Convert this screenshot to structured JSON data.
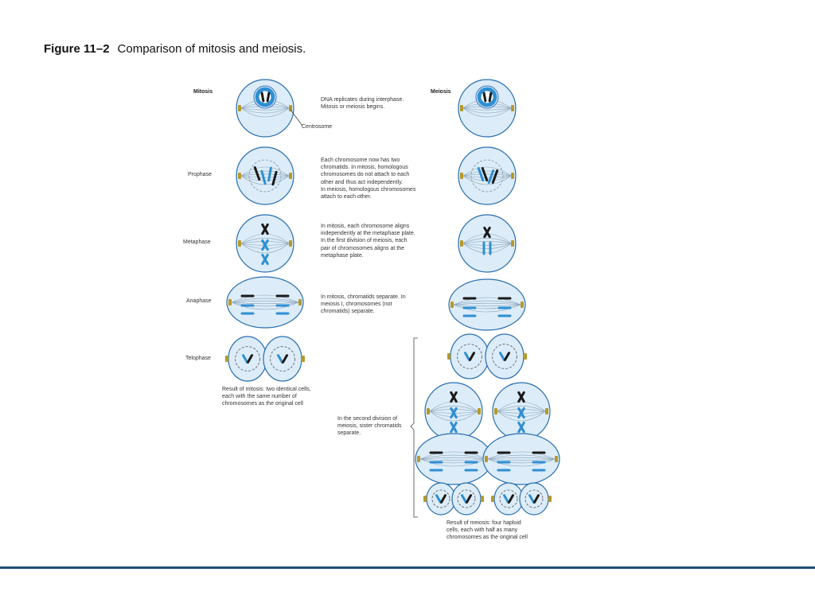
{
  "figure": {
    "label": "Figure 11–2",
    "title": "Comparison of mitosis and meiosis."
  },
  "headers": {
    "mitosis": "Mitosis",
    "meiosis": "Meiosis"
  },
  "stages": [
    "Prophase",
    "Metaphase",
    "Anaphase",
    "Telophase"
  ],
  "centrosome_label": "Centrosome",
  "descriptions": {
    "interphase": "DNA replicates during interphase.\nMitosis or meiosis begins.",
    "prophase": "Each chromosome now has two\nchromatids. In mitosis, homologous\nchromosomes do not attach to each\nother and thus act independently.\nIn meiosis, homologous chromosomes\nattach to each other.",
    "metaphase": "In mitosis, each chromosome aligns\nindependently at the metaphase plate.\nIn the first division of meiosis, each\npair of chromosomes aligns at the\nmetaphase plate.",
    "anaphase": "In mitosis, chromatids separate. In\nmeiosis I, chromosomes (not\nchromatids) separate.",
    "mitosis_result": "Result of mitosis: two identical cells,\neach with the same number of\nchromosomes as the original cell",
    "second_division": "In the second division of\nmeiosis, sister chromatids\nseparate.",
    "meiosis_result": "Result of meiosis: four haploid\ncells, each with half as many\nchromosomes as the original cell"
  },
  "colors": {
    "cell_fill": "#dcecf8",
    "cell_stroke": "#2a6fb0",
    "chromosome_blue": "#2f8fd3",
    "chromosome_black": "#1a1a1a",
    "centrosome": "#b59a2a",
    "footer_line": "#1f4e79"
  }
}
